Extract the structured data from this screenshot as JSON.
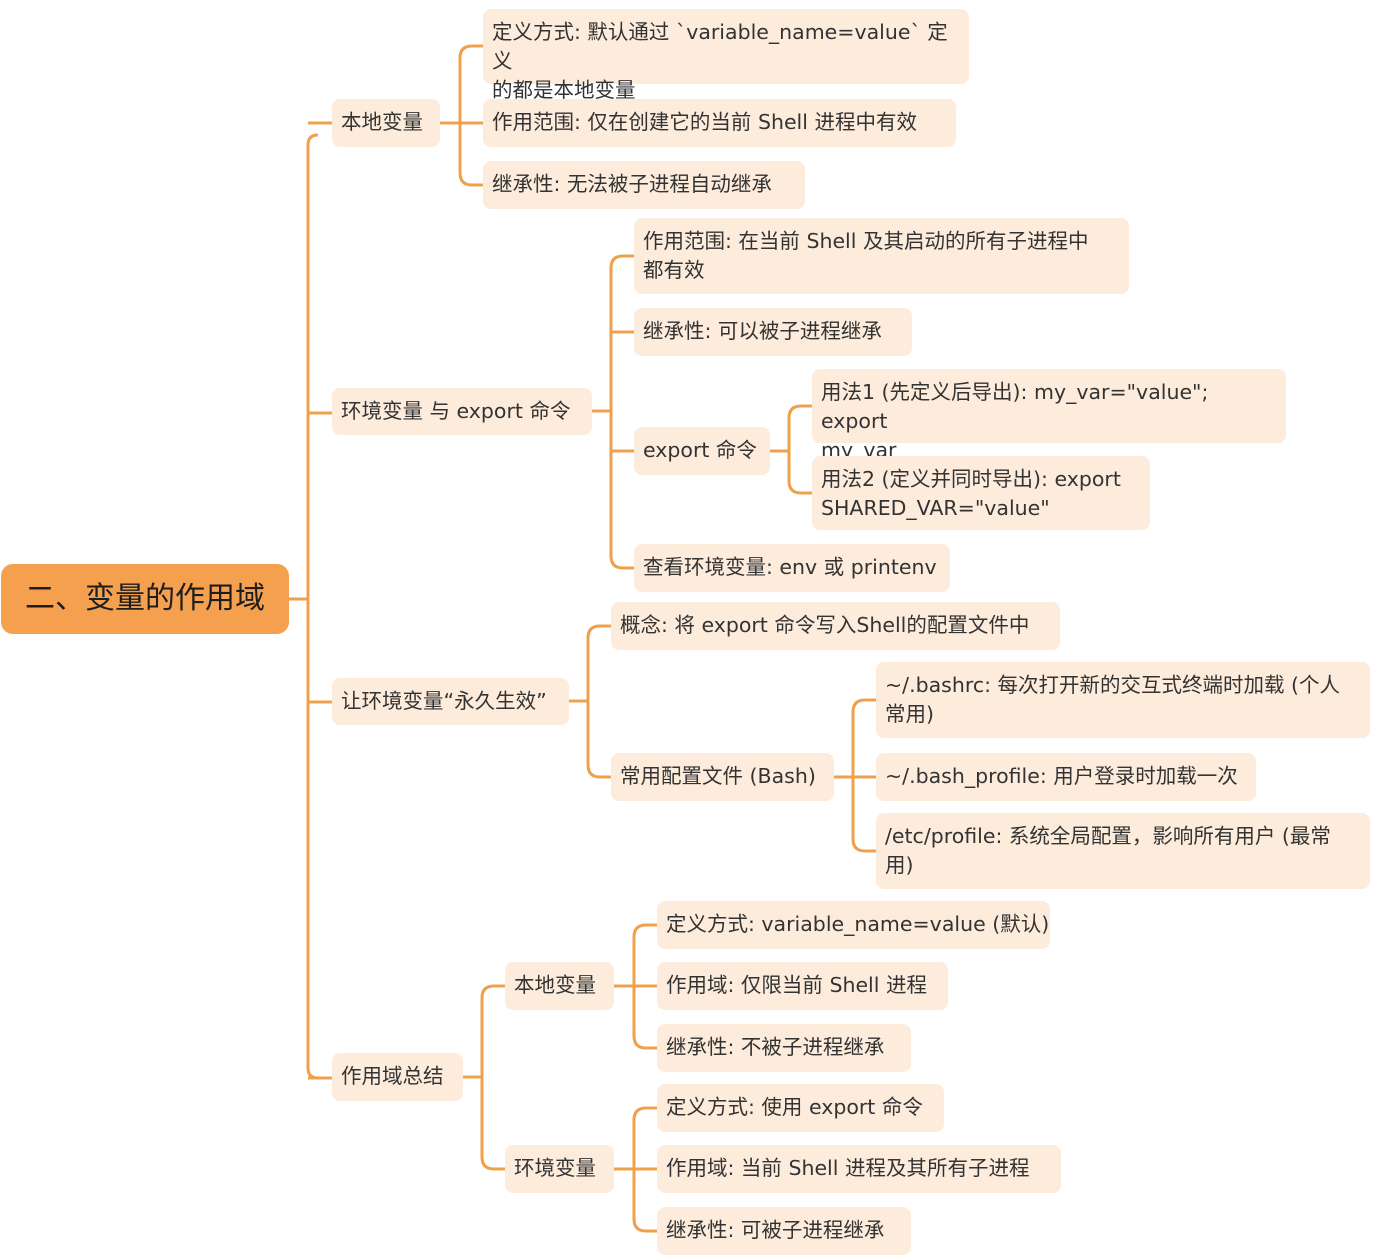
{
  "colors": {
    "root_fill": "#f5a04e",
    "node_fill": "#fdecdc",
    "connector": "#f0a04b",
    "text": "#333333"
  },
  "root": {
    "label": "二、变量的作用域"
  },
  "branches": {
    "local": {
      "label": "本地变量",
      "define": [
        "定义方式: 默认通过 `variable_name=value` 定义",
        "的都是本地变量"
      ],
      "scope": "作用范围: 仅在创建它的当前 Shell 进程中有效",
      "inherit": "继承性: 无法被子进程自动继承"
    },
    "env": {
      "label": "环境变量 与 export 命令",
      "scope": [
        "作用范围: 在当前 Shell 及其启动的所有子进程中",
        "都有效"
      ],
      "inherit": "继承性: 可以被子进程继承",
      "export": {
        "label": "export 命令",
        "usage1": [
          "用法1 (先定义后导出): my_var=\"value\"; export",
          "my_var"
        ],
        "usage2": [
          "用法2 (定义并同时导出): export",
          "SHARED_VAR=\"value\""
        ]
      },
      "view": "查看环境变量: env 或 printenv"
    },
    "persist": {
      "label": "让环境变量“永久生效”",
      "concept": "概念: 将 export 命令写入Shell的配置文件中",
      "files": {
        "label": "常用配置文件 (Bash)",
        "bashrc": [
          "~/.bashrc: 每次打开新的交互式终端时加载 (个人",
          "常用)"
        ],
        "bash_profile": "~/.bash_profile: 用户登录时加载一次",
        "profile": [
          "/etc/profile: 系统全局配置，影响所有用户 (最常",
          "用)"
        ]
      }
    },
    "summary": {
      "label": "作用域总结",
      "local": {
        "label": "本地变量",
        "define": "定义方式: variable_name=value (默认)",
        "scope": "作用域: 仅限当前 Shell 进程",
        "inherit": "继承性: 不被子进程继承"
      },
      "env": {
        "label": "环境变量",
        "define": "定义方式: 使用 export 命令",
        "scope": "作用域: 当前 Shell 进程及其所有子进程",
        "inherit": "继承性: 可被子进程继承"
      }
    }
  }
}
